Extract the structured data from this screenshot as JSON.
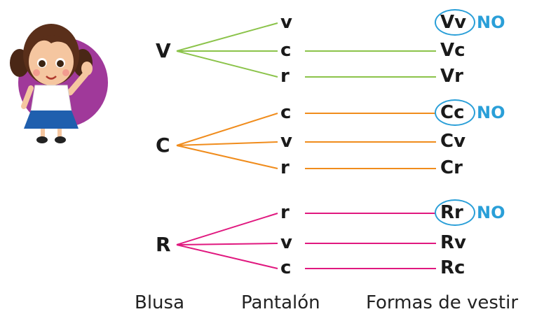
{
  "colors": {
    "V": "#8bc34a",
    "C": "#f08c1c",
    "R": "#e0187f",
    "accent": "#2a9fd8"
  },
  "groups": [
    {
      "root": "V",
      "branches": [
        {
          "item": "v",
          "result": "Vv",
          "excluded": true
        },
        {
          "item": "c",
          "result": "Vc",
          "excluded": false
        },
        {
          "item": "r",
          "result": "Vr",
          "excluded": false
        }
      ]
    },
    {
      "root": "C",
      "branches": [
        {
          "item": "c",
          "result": "Cc",
          "excluded": true
        },
        {
          "item": "v",
          "result": "Cv",
          "excluded": false
        },
        {
          "item": "r",
          "result": "Cr",
          "excluded": false
        }
      ]
    },
    {
      "root": "R",
      "branches": [
        {
          "item": "r",
          "result": "Rr",
          "excluded": true
        },
        {
          "item": "v",
          "result": "Rv",
          "excluded": false
        },
        {
          "item": "c",
          "result": "Rc",
          "excluded": false
        }
      ]
    }
  ],
  "no_label": "NO",
  "footer": {
    "col1": "Blusa",
    "col2": "Pantalón",
    "col3": "Formas de vestir"
  }
}
